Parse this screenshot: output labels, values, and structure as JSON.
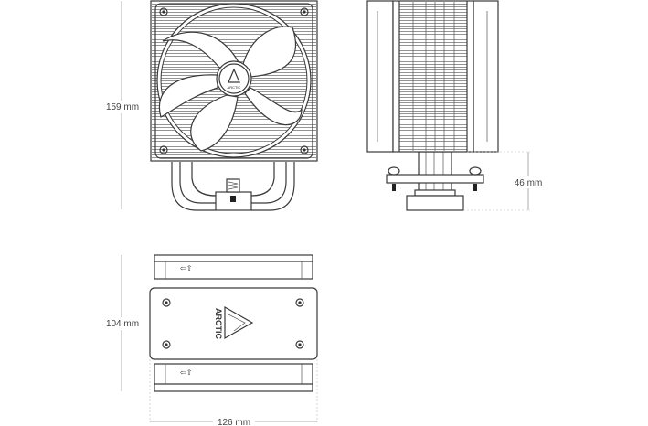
{
  "brand": "ARCTIC",
  "dimensions": {
    "height": "159 mm",
    "base_height": "46 mm",
    "depth": "104 mm",
    "width": "126 mm"
  },
  "markings": {
    "top_arrows": "⇦⇧",
    "bottom_arrows": "⇦⇧"
  },
  "colors": {
    "line": "#3a3a3a",
    "dimension": "#999999"
  }
}
